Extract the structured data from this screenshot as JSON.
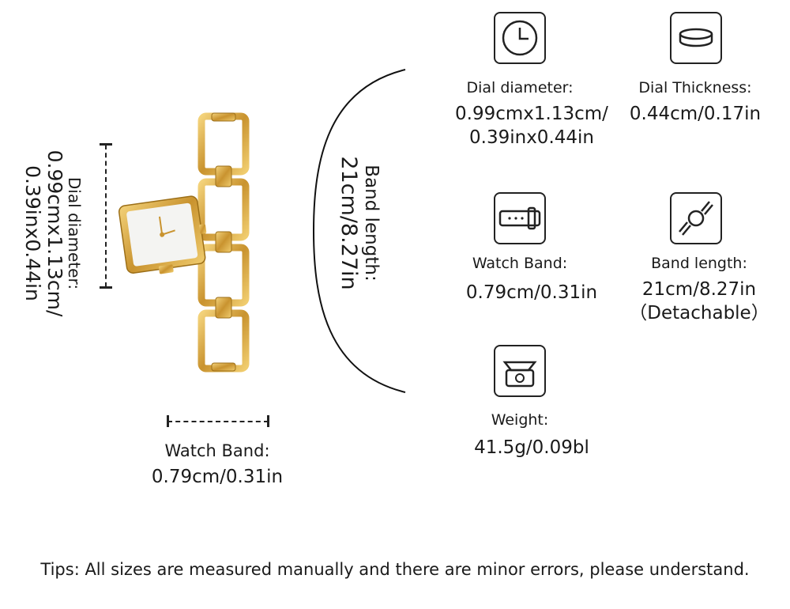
{
  "colors": {
    "gold": "#d9a941",
    "gold_dark": "#9c6f18",
    "ink": "#1a1a1a",
    "dial": "#f4f4f2"
  },
  "left_annotation": {
    "dial_label": "Dial diameter:",
    "dial_value_line1": "0.99cmx1.13cm/",
    "dial_value_line2": "0.39inx0.44in",
    "band_label": "Band length:",
    "band_value": "21cm/8.27in",
    "width_label": "Watch Band:",
    "width_value": "0.79cm/0.31in"
  },
  "specs": {
    "dial_diameter": {
      "icon": "clock-icon",
      "label": "Dial diameter:",
      "value_line1": "0.99cmx1.13cm/",
      "value_line2": "0.39inx0.44in"
    },
    "dial_thickness": {
      "icon": "thickness-icon",
      "label": "Dial Thickness:",
      "value": "0.44cm/0.17in"
    },
    "watch_band": {
      "icon": "strap-icon",
      "label": "Watch Band:",
      "value": "0.79cm/0.31in"
    },
    "band_length": {
      "icon": "band-length-icon",
      "label": "Band length:",
      "value_line1": "21cm/8.27in",
      "value_line2": "（Detachable）"
    },
    "weight": {
      "icon": "scale-icon",
      "label": "Weight:",
      "value": "41.5g/0.09bl"
    }
  },
  "tips": "Tips: All sizes are measured manually and there are minor errors, please understand."
}
